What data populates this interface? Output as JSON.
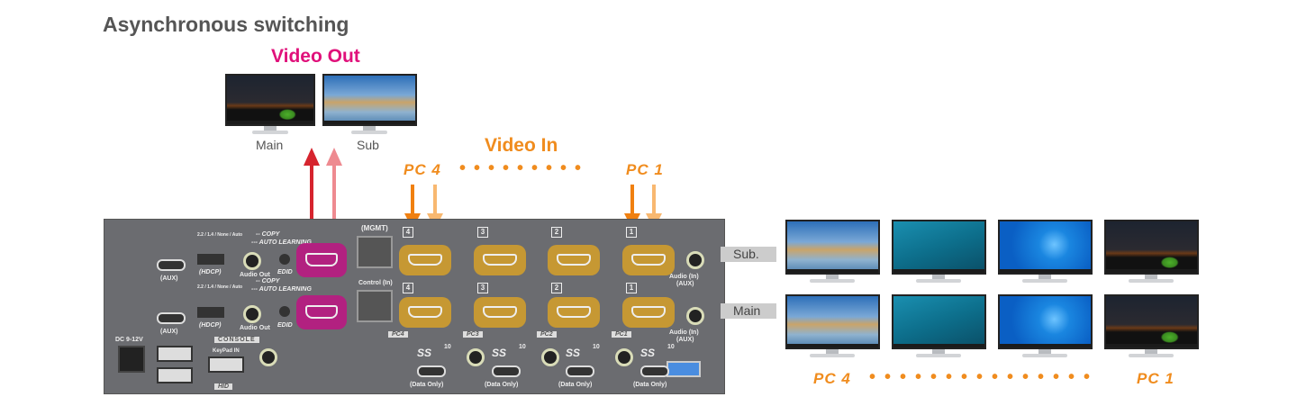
{
  "title": "Asynchronous switching",
  "video_out": {
    "label": "Video Out",
    "monitors": [
      {
        "label": "Main",
        "screen": "night"
      },
      {
        "label": "Sub",
        "screen": "beach"
      }
    ]
  },
  "video_in": {
    "label": "Video In",
    "from": "PC 4",
    "to": "PC 1"
  },
  "colors": {
    "out_main_arrow": "#d6242e",
    "out_sub_arrow": "#ee8a90",
    "in_main_arrow": "#f08010",
    "in_sub_arrow": "#f8b870",
    "accent_orange": "#f08c1e",
    "accent_magenta": "#e0107a"
  },
  "panel": {
    "aux": "(AUX)",
    "hdcp": "(HDCP)",
    "hdcp_options": "2.2 / 1.4 / None / Auto",
    "copy": "-- COPY",
    "auto_learning": "--- AUTO LEARNING",
    "audio_out": "Audio Out",
    "edid": "EDID",
    "mgmt": "(MGMT)",
    "control_in": "Control (In)",
    "console": "CONSOLE",
    "keypad_in": "KeyPad IN",
    "hid": "HID",
    "dc": "DC 9-12V",
    "data_only": "(Data Only)",
    "ss": "SS",
    "ss_num": "10",
    "audio_in": "Audio (In)",
    "audio_in_aux": "(AUX)",
    "ports": [
      {
        "num": "4",
        "tag": "PC4"
      },
      {
        "num": "3",
        "tag": "PC3"
      },
      {
        "num": "2",
        "tag": "PC2"
      },
      {
        "num": "1",
        "tag": "PC1"
      }
    ]
  },
  "rows": {
    "sub": "Sub.",
    "main": "Main"
  },
  "pc_monitors": {
    "columns": [
      {
        "screen": "beach"
      },
      {
        "screen": "sea"
      },
      {
        "screen": "win"
      },
      {
        "screen": "night"
      }
    ],
    "from": "PC 4",
    "to": "PC 1"
  }
}
